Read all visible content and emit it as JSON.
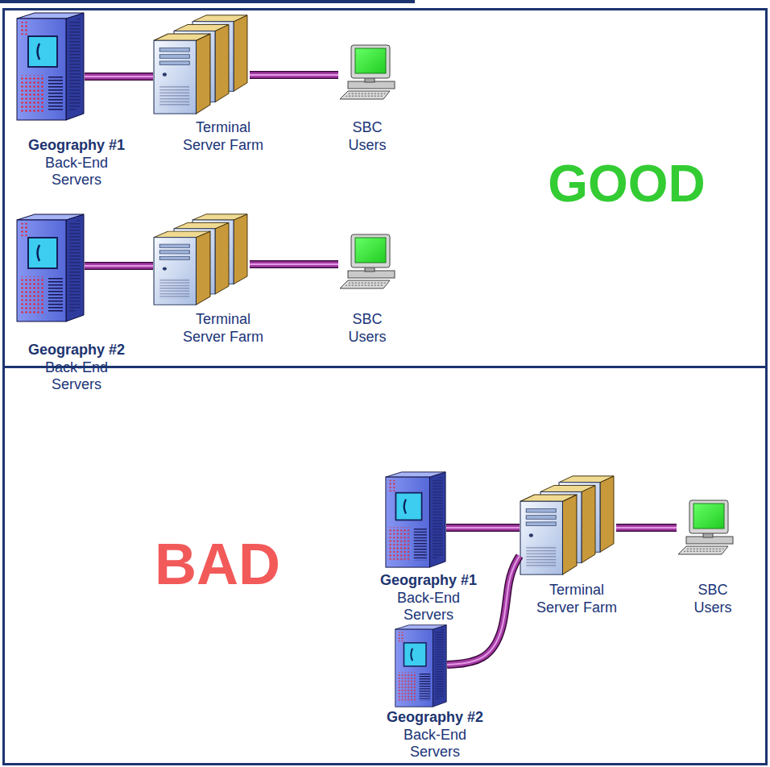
{
  "diagram": {
    "nodes": [
      {
        "text": [
          "GOOD"
        ]
      },
      {
        "text": [
          "Geography #1",
          "Back-End Servers"
        ],
        "in": 0
      },
      {
        "text": [
          "Terminal Server Farm"
        ],
        "in": 0
      },
      {
        "text": [
          "SBC Users"
        ],
        "in": 0
      },
      {
        "text": [
          "Geography #2",
          "Back-End Servers"
        ],
        "in": 0
      },
      {
        "text": [
          "Terminal Server Farm"
        ],
        "in": 0
      },
      {
        "text": [
          "SBC Users"
        ],
        "in": 0
      },
      {
        "text": [
          "BAD"
        ]
      },
      {
        "text": [
          "Geography #1",
          "Back-End Servers"
        ],
        "in": 7
      },
      {
        "text": [
          "Terminal Server Farm"
        ],
        "in": 7
      },
      {
        "text": [
          "SBC Users"
        ],
        "in": 7
      },
      {
        "text": [
          "Geography #2",
          "Back-End Servers"
        ],
        "in": 7
      }
    ],
    "edges": [
      {
        "from": 1,
        "to": 2,
        "arrow": "none"
      },
      {
        "from": 2,
        "to": 3,
        "arrow": "none"
      },
      {
        "from": 4,
        "to": 5,
        "arrow": "none"
      },
      {
        "from": 5,
        "to": 6,
        "arrow": "none"
      },
      {
        "from": 8,
        "to": 9,
        "arrow": "none"
      },
      {
        "from": 9,
        "to": 10,
        "arrow": "none"
      },
      {
        "from": 11,
        "to": 9,
        "arrow": "none"
      }
    ]
  }
}
